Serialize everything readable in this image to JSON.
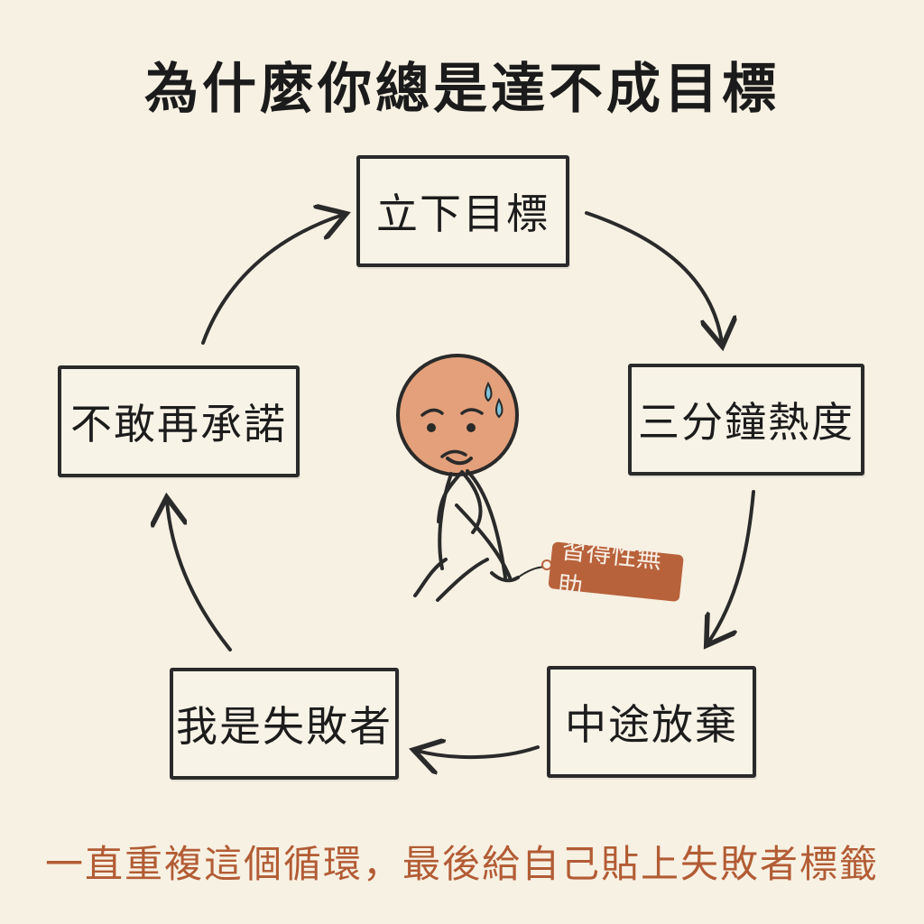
{
  "title": "為什麼你總是達不成目標",
  "cycle": {
    "top": "立下目標",
    "right": "三分鐘熱度",
    "bottom_right": "中途放棄",
    "bottom_left": "我是失敗者",
    "left": "不敢再承諾"
  },
  "tag_text": "習得性無助",
  "footer": "一直重複這個循環，最後給自己貼上失敗者標籤",
  "colors": {
    "background": "#f7f1e3",
    "ink": "#2a2a2a",
    "accent": "#b8623b",
    "skin": "#e3a07a",
    "sweat": "#7fc3dc"
  },
  "icons": [
    "sad-person-icon",
    "sweat-drop-icon",
    "tag-icon",
    "arrow-icon"
  ]
}
